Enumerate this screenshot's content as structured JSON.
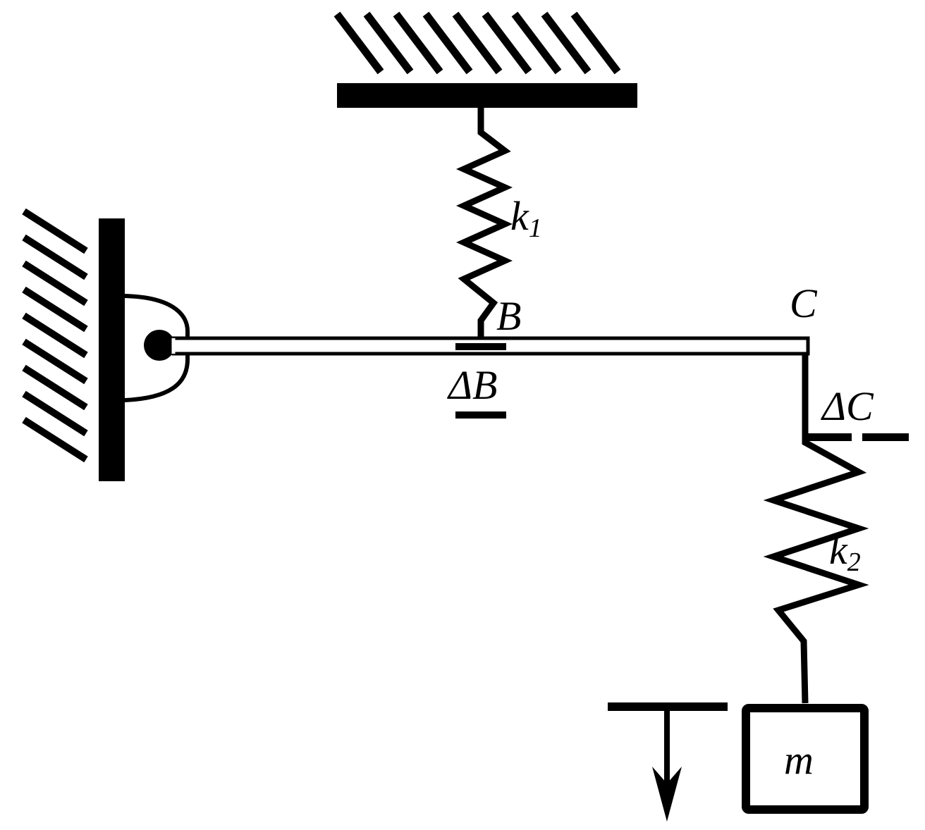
{
  "labels": {
    "k1_letter": "k",
    "k1_sub": "1",
    "k2_letter": "k",
    "k2_sub": "2",
    "point_b": "B",
    "point_c": "C",
    "delta_b": "ΔB",
    "delta_c": "ΔC",
    "mass": "m"
  },
  "colors": {
    "stroke": "#000000",
    "background": "#ffffff"
  }
}
